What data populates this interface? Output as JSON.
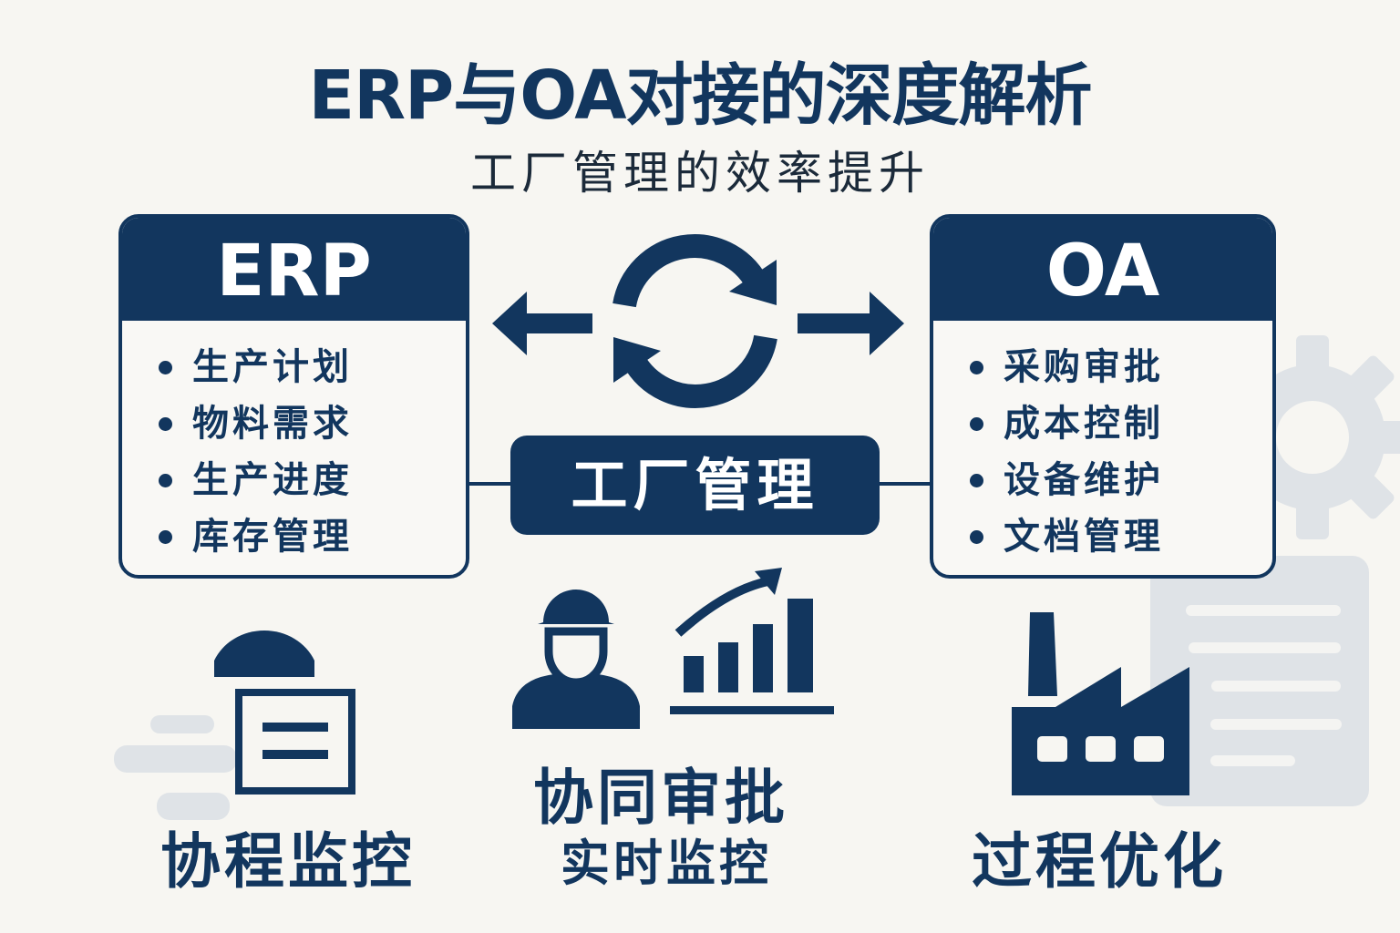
{
  "header": {
    "title": "ERP与OA对接的深度解析",
    "subtitle": "工厂管理的效率提升"
  },
  "erp": {
    "title": "ERP",
    "items": [
      "生产计划",
      "物料需求",
      "生产进度",
      "库存管理"
    ]
  },
  "oa": {
    "title": "OA",
    "items": [
      "采购审批",
      "成本控制",
      "设备维护",
      "文档管理"
    ]
  },
  "center": {
    "label": "工厂管理"
  },
  "bottom": {
    "left_label": "协程监控",
    "center_label_1": "协同审批",
    "center_label_2": "实时监控",
    "right_label": "过程优化"
  },
  "colors": {
    "navy": "#12365e",
    "background": "#f7f6f2",
    "decor_gray": "#dfe3e7"
  }
}
